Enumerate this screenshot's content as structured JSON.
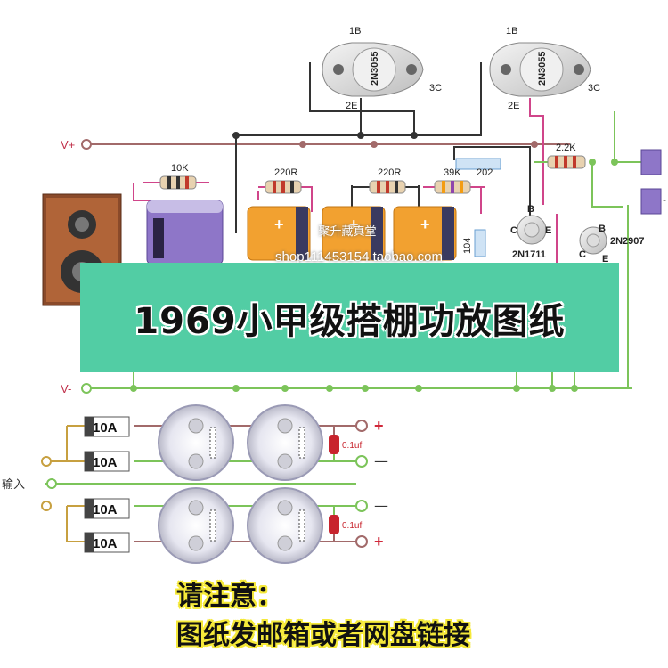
{
  "title": "1969小甲级搭棚功放图纸",
  "watermark": {
    "store_name": "聚升藏真堂",
    "shop_url": "shop111453154.taobao.com"
  },
  "rails": {
    "positive": "V+",
    "negative": "V-"
  },
  "transistors": {
    "power_left": {
      "part": "2N3055",
      "base": "1B",
      "collector": "3C",
      "emitter": "2E"
    },
    "power_right": {
      "part": "2N3055",
      "base": "1B",
      "collector": "3C",
      "emitter": "2E"
    },
    "driver_npn": {
      "part": "2N1711",
      "b": "B",
      "c": "C",
      "e": "E"
    },
    "driver_pnp": {
      "part": "2N2907",
      "b": "B",
      "c": "C",
      "e": "E"
    }
  },
  "resistors": {
    "r_10k": "10K",
    "r_220_a": "220R",
    "r_220_b": "220R",
    "r_39k": "39K",
    "r_2_2k": "2.2K"
  },
  "capacitor_labels": {
    "ceramic_202": "202",
    "ceramic_104": "104"
  },
  "power_supply": {
    "fuses": [
      "10A",
      "10A",
      "10A",
      "10A"
    ],
    "film_cap_top": "0.1uf",
    "film_cap_bottom": "0.1uf",
    "output_plus": "+",
    "output_minus": "—",
    "input_label": "输入"
  },
  "notice": {
    "line1": "请注意：",
    "line2": "图纸发邮箱或者网盘链接"
  },
  "colors": {
    "wire_black": "#333333",
    "wire_pink": "#d0458a",
    "wire_green": "#7cc45a",
    "wire_rail": "#a26a6a",
    "electrolytic_cap": "#f2a130",
    "main_cap": "#8e76c8",
    "banner": "#52cda4",
    "film_cap": "#c8242d"
  }
}
